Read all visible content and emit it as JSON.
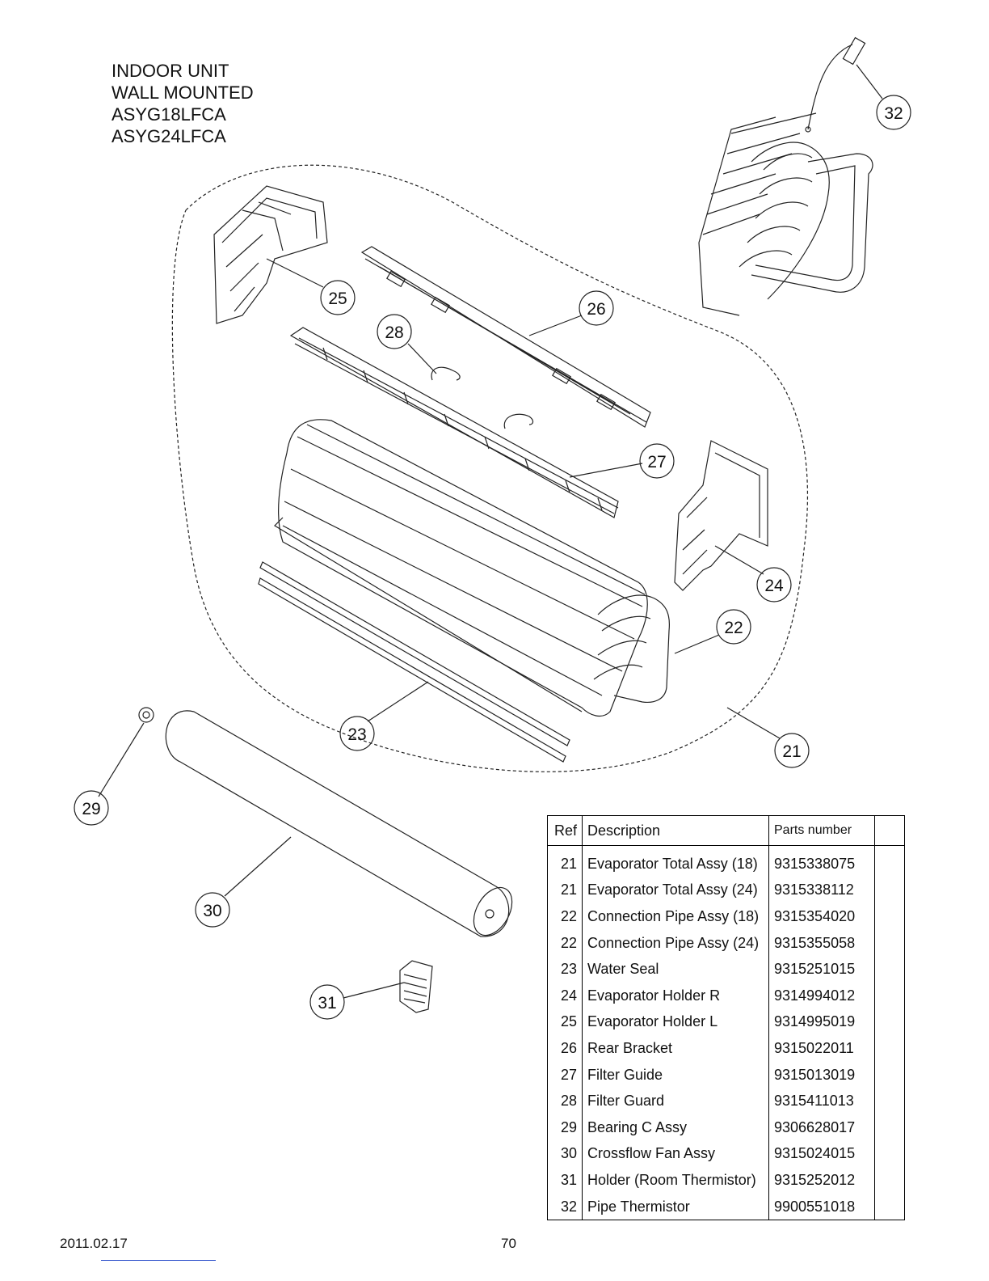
{
  "title_lines": [
    "INDOOR UNIT",
    "WALL MOUNTED",
    "ASYG18LFCA",
    "ASYG24LFCA"
  ],
  "callouts": [
    "32",
    "25",
    "26",
    "28",
    "27",
    "24",
    "22",
    "23",
    "21",
    "29",
    "30",
    "31"
  ],
  "table": {
    "headers": [
      "Ref",
      "Description",
      "Parts number",
      ""
    ],
    "rows": [
      {
        "ref": "21",
        "desc": "Evaporator Total Assy (18)",
        "pn": "9315338075"
      },
      {
        "ref": "21",
        "desc": "Evaporator Total Assy (24)",
        "pn": "9315338112"
      },
      {
        "ref": "22",
        "desc": "Connection Pipe Assy (18)",
        "pn": "9315354020"
      },
      {
        "ref": "22",
        "desc": "Connection Pipe Assy (24)",
        "pn": "9315355058"
      },
      {
        "ref": "23",
        "desc": "Water Seal",
        "pn": "9315251015"
      },
      {
        "ref": "24",
        "desc": "Evaporator Holder R",
        "pn": "9314994012"
      },
      {
        "ref": "25",
        "desc": "Evaporator Holder L",
        "pn": "9314995019"
      },
      {
        "ref": "26",
        "desc": "Rear Bracket",
        "pn": "9315022011"
      },
      {
        "ref": "27",
        "desc": "Filter Guide",
        "pn": "9315013019"
      },
      {
        "ref": "28",
        "desc": "Filter Guard",
        "pn": "9315411013"
      },
      {
        "ref": "29",
        "desc": "Bearing C Assy",
        "pn": "9306628017"
      },
      {
        "ref": "30",
        "desc": "Crossflow Fan Assy",
        "pn": "9315024015"
      },
      {
        "ref": "31",
        "desc": "Holder (Room Thermistor)",
        "pn": "9315252012"
      },
      {
        "ref": "32",
        "desc": "Pipe Thermistor",
        "pn": "9900551018"
      }
    ]
  },
  "footer": {
    "date": "2011.02.17",
    "page": "70"
  }
}
